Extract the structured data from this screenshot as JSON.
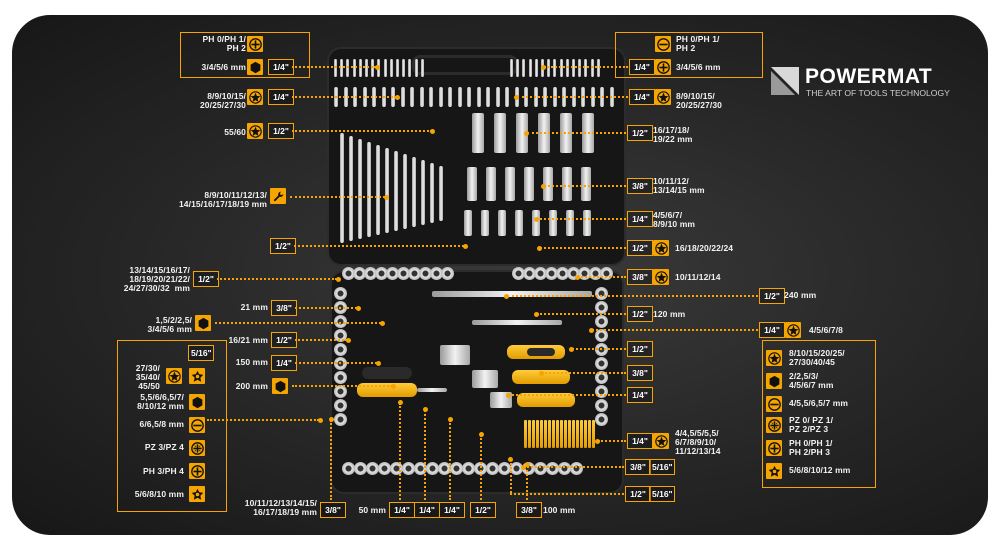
{
  "brand": {
    "name": "POWERMAT",
    "tagline": "THE ART OF TOOLS TECHNOLOGY"
  },
  "colors": {
    "accent": "#f5a400",
    "background": "#262626",
    "text": "#f2f2f2"
  },
  "left_callouts": [
    {
      "text": "PH 0/PH 1/\nPH 2",
      "icon": "phillips-icon"
    },
    {
      "text": "3/4/5/6 mm",
      "icon": "hex-icon",
      "tag": "1/4\""
    },
    {
      "text": "8/9/10/15/\n20/25/27/30",
      "icon": "torx-icon",
      "tag": "1/4\""
    },
    {
      "text": "55/60",
      "icon": "torx-icon",
      "tag": "1/2\""
    },
    {
      "text": "8/9/10/11/12/13/\n14/15/16/17/18/19 mm",
      "icon": "wrench-icon"
    },
    {
      "text": "1/2\""
    },
    {
      "text": "13/14/15/16/17/\n18/19/20/21/22/\n24/27/30/32  mm",
      "tag": "1/2\""
    },
    {
      "text": "21 mm",
      "tag": "3/8\""
    },
    {
      "text": "1,5/2/2,5/\n3/4/5/6 mm",
      "icon": "hex-icon"
    },
    {
      "text": "16/21 mm",
      "tag": "1/2\""
    },
    {
      "text": "150 mm",
      "tag": "1/4\""
    },
    {
      "text": "200 mm",
      "icon": "hex-icon"
    }
  ],
  "left_box": {
    "header_tag": "5/16\"",
    "rows": [
      {
        "text": "27/30/\n35/40/\n45/50",
        "icons": [
          "torx-icon",
          "torx-plus-icon"
        ]
      },
      {
        "text": "5,5/6/6,5/7/\n8/10/12 mm",
        "icons": [
          "hex-icon"
        ]
      },
      {
        "text": "6/6,5/8 mm",
        "icons": [
          "flat-icon"
        ]
      },
      {
        "text": "PZ 3/PZ 4",
        "icons": [
          "pozidriv-icon"
        ]
      },
      {
        "text": "PH 3/PH 4",
        "icons": [
          "phillips-icon"
        ]
      },
      {
        "text": "5/6/8/10 mm",
        "icons": [
          "torx-plus-icon"
        ]
      }
    ]
  },
  "right_callouts": [
    {
      "text": "PH 0/PH 1/\nPH 2",
      "icon": "flat-icon"
    },
    {
      "text": "3/4/5/6 mm",
      "icon": "phillips-icon",
      "tag": "1/4\""
    },
    {
      "text": "8/9/10/15/\n20/25/27/30",
      "icon": "torx-icon",
      "tag": "1/4\""
    },
    {
      "text": "16/17/18/\n19/22 mm",
      "tag": "1/2\""
    },
    {
      "text": "10/11/12/\n13/14/15 mm",
      "tag": "3/8\""
    },
    {
      "text": "4/5/6/7/\n8/9/10 mm",
      "tag": "1/4\""
    },
    {
      "text": "16/18/20/22/24",
      "icon": "torx-icon",
      "tag": "1/2\""
    },
    {
      "text": "10/11/12/14",
      "icon": "torx-icon",
      "tag": "3/8\""
    },
    {
      "text": "240 mm",
      "tag": "1/2\""
    },
    {
      "text": "120 mm",
      "tag": "1/2\""
    },
    {
      "text": "4/5/6/7/8",
      "icon": "torx-icon",
      "tag": "1/4\""
    },
    {
      "tag": "1/2\""
    },
    {
      "tag": "3/8\""
    },
    {
      "tag": "1/4\""
    }
  ],
  "right_box": {
    "rows": [
      {
        "text": "8/10/15/20/25/\n27/30/40/45",
        "icon": "torx-icon"
      },
      {
        "text": "2/2,5/3/\n4/5/6/7 mm",
        "icon": "hex-icon"
      },
      {
        "text": "4/5,5/6,5/7 mm",
        "icon": "flat-icon"
      },
      {
        "text": "PZ 0/ PZ 1/\nPZ 2/PZ 3",
        "icon": "pozidriv-icon"
      },
      {
        "text": "PH 0/PH 1/\nPH 2/PH 3",
        "icon": "phillips-icon"
      },
      {
        "text": "5/6/8/10/12 mm",
        "icon": "torx-plus-icon"
      }
    ]
  },
  "right_bits_callout": {
    "text": "4/4,5/5/5,5/\n6/7/8/9/10/\n11/12/13/14",
    "icon": "torx-icon",
    "tag": "1/4\""
  },
  "bottom_right_tags": [
    {
      "tags": [
        "3/8\"",
        "5/16\""
      ]
    },
    {
      "tags": [
        "1/2\"",
        "5/16\""
      ]
    }
  ],
  "bottom_callouts": [
    {
      "text": "10/11/12/13/14/15/\n16/17/18/19 mm",
      "tag": "3/8\""
    },
    {
      "text": "50 mm",
      "tag": "1/4\""
    },
    {
      "tag": "1/4\""
    },
    {
      "tag": "1/4\""
    },
    {
      "tag": "1/2\""
    },
    {
      "text": "100 mm",
      "tag": "3/8\""
    }
  ]
}
